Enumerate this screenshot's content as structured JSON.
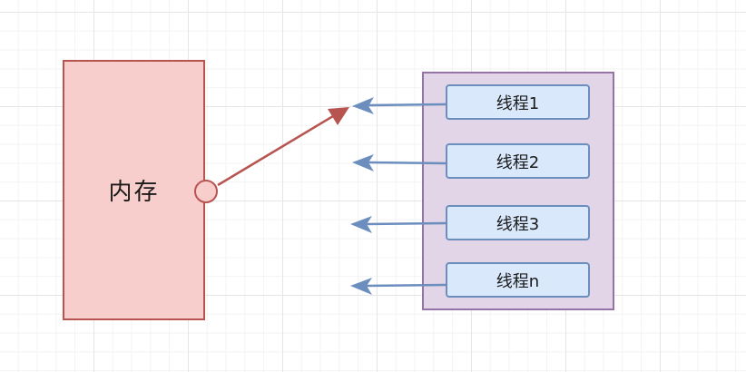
{
  "memory": {
    "label": "内存"
  },
  "threads": [
    {
      "label": "线程1"
    },
    {
      "label": "线程2"
    },
    {
      "label": "线程3"
    },
    {
      "label": "线程n"
    }
  ],
  "colors": {
    "memory_fill": "#f8cecc",
    "memory_stroke": "#b85450",
    "pool_fill": "#e1d5e7",
    "pool_stroke": "#9673a6",
    "thread_fill": "#dae8fc",
    "thread_stroke": "#6c8ebf",
    "red_arrow": "#b85450",
    "blue_arrow": "#6c8ebf"
  }
}
